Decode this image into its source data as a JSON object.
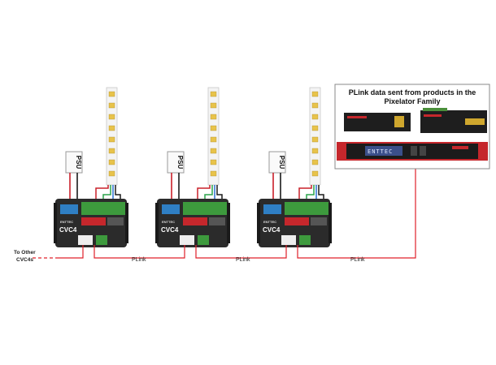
{
  "psu_label": "PSU",
  "brand": "ENTTEC",
  "model": "CVC4",
  "link_label": "PLink",
  "other_label_line1": "To Other",
  "other_label_line2": "CVC4s",
  "family_box": {
    "title_line1": "PLink data sent from products in the",
    "title_line2": "Pixelator Family",
    "lcd_text": "ENTTEC"
  },
  "colors": {
    "plink_wire": "#e0202a",
    "device_body": "#2b2b2b",
    "terminal_green": "#3d9a3d",
    "led_strip": "#f2f2f2",
    "pixelator_red": "#c5272c"
  }
}
